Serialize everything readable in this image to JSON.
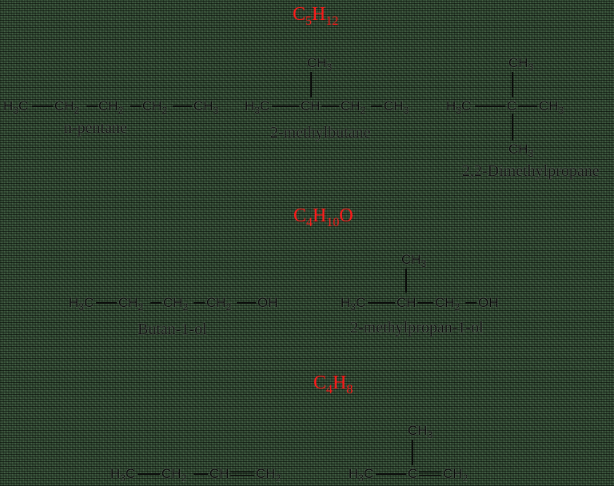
{
  "sections": [
    {
      "formula": {
        "el1": "C",
        "n1": "5",
        "el2": "H",
        "n2": "12",
        "el3": ""
      },
      "isomers": [
        {
          "name": "n-pentane",
          "groups": [
            {
              "a": "H",
              "s": "3",
              "b": "C"
            },
            {
              "a": "CH",
              "s": "2"
            },
            {
              "a": "CH",
              "s": "2"
            },
            {
              "a": "CH",
              "s": "2"
            },
            {
              "a": "CH",
              "s": "3"
            }
          ]
        },
        {
          "name": "2-methylbutane",
          "groups": [
            {
              "a": "H",
              "s": "3",
              "b": "C"
            },
            {
              "a": "CH",
              "s": ""
            },
            {
              "a": "CH",
              "s": "2"
            },
            {
              "a": "CH",
              "s": "3"
            }
          ],
          "branch": {
            "a": "CH",
            "s": "3"
          }
        },
        {
          "name": "2,2-Dimethylpropane",
          "groups": [
            {
              "a": "H",
              "s": "3",
              "b": "C"
            },
            {
              "a": "C",
              "s": ""
            },
            {
              "a": "CH",
              "s": "3"
            }
          ],
          "branch_top": {
            "a": "CH",
            "s": "3"
          },
          "branch_bottom": {
            "a": "CH",
            "s": "3"
          }
        }
      ]
    },
    {
      "formula": {
        "el1": "C",
        "n1": "4",
        "el2": "H",
        "n2": "10",
        "el3": "O"
      },
      "isomers": [
        {
          "name": "Butan-1-ol",
          "groups": [
            {
              "a": "H",
              "s": "3",
              "b": "C"
            },
            {
              "a": "CH",
              "s": "2"
            },
            {
              "a": "CH",
              "s": "2"
            },
            {
              "a": "CH",
              "s": "2"
            },
            {
              "a": "OH",
              "s": ""
            }
          ]
        },
        {
          "name": "2-methylpropan-1-ol",
          "groups": [
            {
              "a": "H",
              "s": "3",
              "b": "C"
            },
            {
              "a": "CH",
              "s": ""
            },
            {
              "a": "CH",
              "s": "2"
            },
            {
              "a": "OH",
              "s": ""
            }
          ],
          "branch": {
            "a": "CH",
            "s": "3"
          }
        }
      ]
    },
    {
      "formula": {
        "el1": "C",
        "n1": "4",
        "el2": "H",
        "n2": "8",
        "el3": ""
      },
      "isomers": [
        {
          "name": "",
          "groups": [
            {
              "a": "H",
              "s": "3",
              "b": "C"
            },
            {
              "a": "CH",
              "s": "2"
            },
            {
              "a": "CH",
              "s": ""
            },
            {
              "a": "CH",
              "s": "2"
            }
          ]
        },
        {
          "name": "",
          "groups": [
            {
              "a": "H",
              "s": "3",
              "b": "C"
            },
            {
              "a": "C",
              "s": ""
            },
            {
              "a": "CH",
              "s": "2"
            }
          ],
          "branch": {
            "a": "CH",
            "s": "3"
          }
        }
      ]
    }
  ],
  "colors": {
    "formula": "#ff1a1a",
    "structure": "#0a0a0a"
  }
}
